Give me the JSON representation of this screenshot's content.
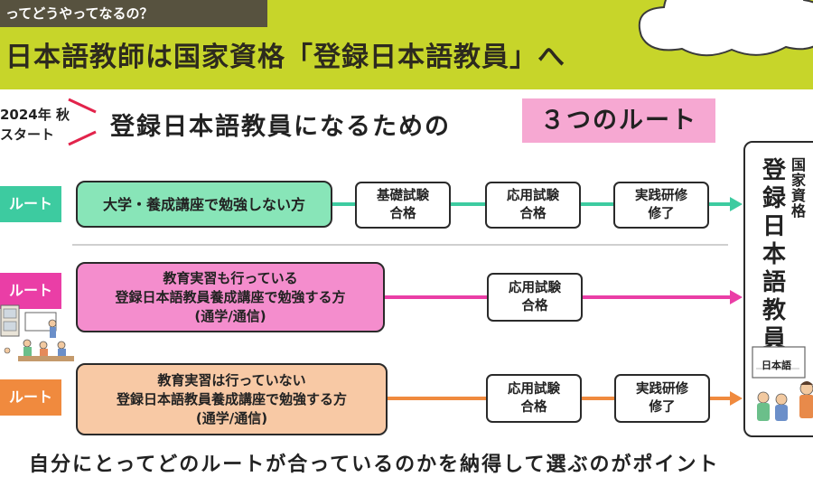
{
  "header": {
    "tag": "ってどうやってなるの？",
    "title": "日本語教師は国家資格「登録日本語教員」へ"
  },
  "start_note": {
    "line1": "2024年 秋",
    "line2": "スタート"
  },
  "heading": {
    "main": "登録日本語教員になるための",
    "highlight": "３つのルート"
  },
  "routes": [
    {
      "label": "ルート",
      "color": "#3dcba0",
      "description": "大学・養成講座で勉強しない方",
      "steps": [
        {
          "line1": "基礎試験",
          "line2": "合格"
        },
        {
          "line1": "応用試験",
          "line2": "合格"
        },
        {
          "line1": "実践研修",
          "line2": "修了"
        }
      ]
    },
    {
      "label": "ルート",
      "color": "#ea3ea6",
      "description_lines": [
        "教育実習も行っている",
        "登録日本語教員養成講座で勉強する方",
        "(通学/通信)"
      ],
      "steps": [
        {
          "line1": "応用試験",
          "line2": "合格"
        }
      ]
    },
    {
      "label": "ルート",
      "color": "#f08a3e",
      "description_lines": [
        "教育実習は行っていない",
        "登録日本語教員養成講座で勉強する方",
        "(通学/通信)"
      ],
      "steps": [
        {
          "line1": "応用試験",
          "line2": "合格"
        },
        {
          "line1": "実践研修",
          "line2": "修了"
        }
      ]
    }
  ],
  "goal": {
    "small_label": [
      "国",
      "家",
      "資",
      "格"
    ],
    "main_label": [
      "登",
      "録",
      "日",
      "本",
      "語",
      "教",
      "員"
    ],
    "board_text": "日本語"
  },
  "footer": {
    "text": "自分にとってどのルートが合っているのかを納得して選ぶのがポイント"
  },
  "colors": {
    "header_bg": "#c7d52a",
    "route1": "#3dcba0",
    "route2": "#ea3ea6",
    "route3": "#f08a3e",
    "highlight": "#f6a8d2"
  }
}
